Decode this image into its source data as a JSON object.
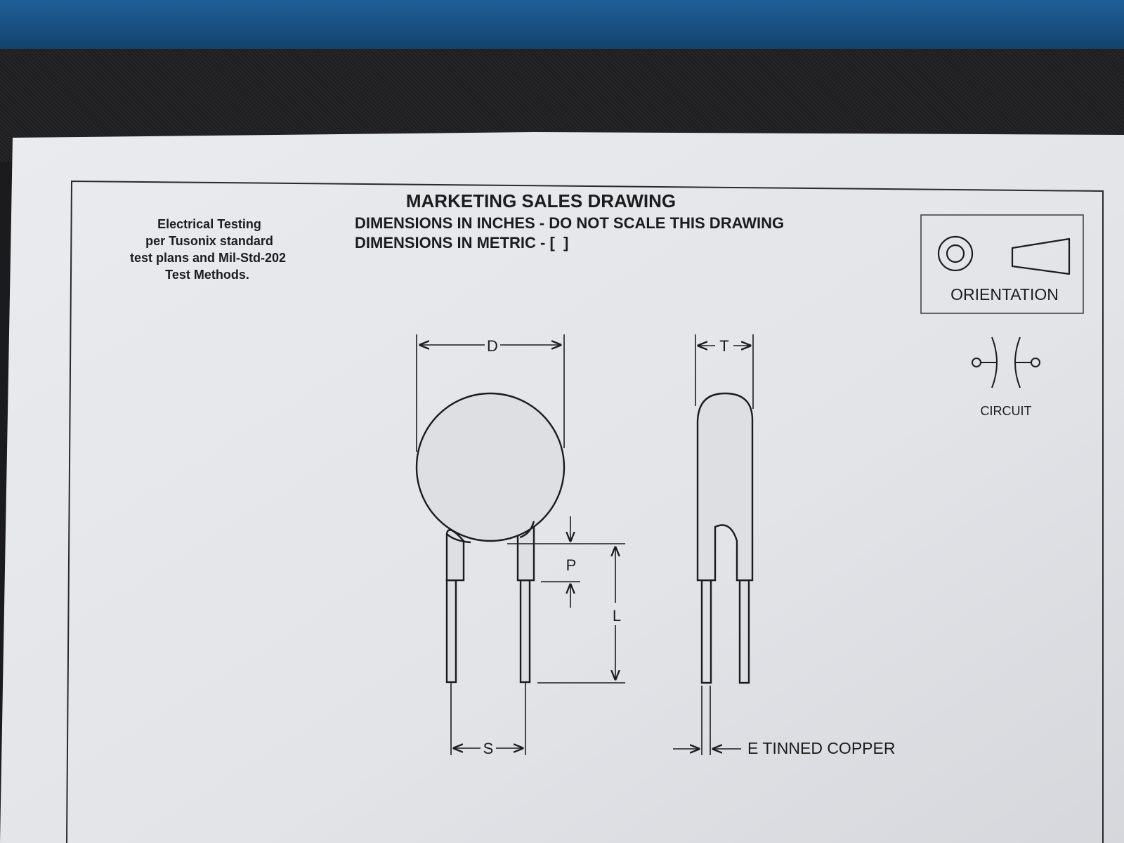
{
  "drawing": {
    "title": "MARKETING SALES DRAWING",
    "subtitle_line1": "DIMENSIONS IN INCHES - DO NOT SCALE THIS DRAWING",
    "subtitle_line2": "DIMENSIONS IN METRIC - [  ]",
    "note_lines": [
      "Electrical Testing",
      "per Tusonix standard",
      "test plans and Mil-Std-202",
      "Test Methods."
    ],
    "orientation_label": "ORIENTATION",
    "circuit_label": "CIRCUIT",
    "dimension_labels": {
      "diameter": "D",
      "thickness": "T",
      "pitch_offset": "P",
      "lead_length": "L",
      "lead_spacing": "S"
    },
    "lead_note": "E TINNED COPPER"
  },
  "colors": {
    "paper": "#e4e6ea",
    "ink": "#1c1c1c",
    "component_fill": "#dedfe3"
  }
}
